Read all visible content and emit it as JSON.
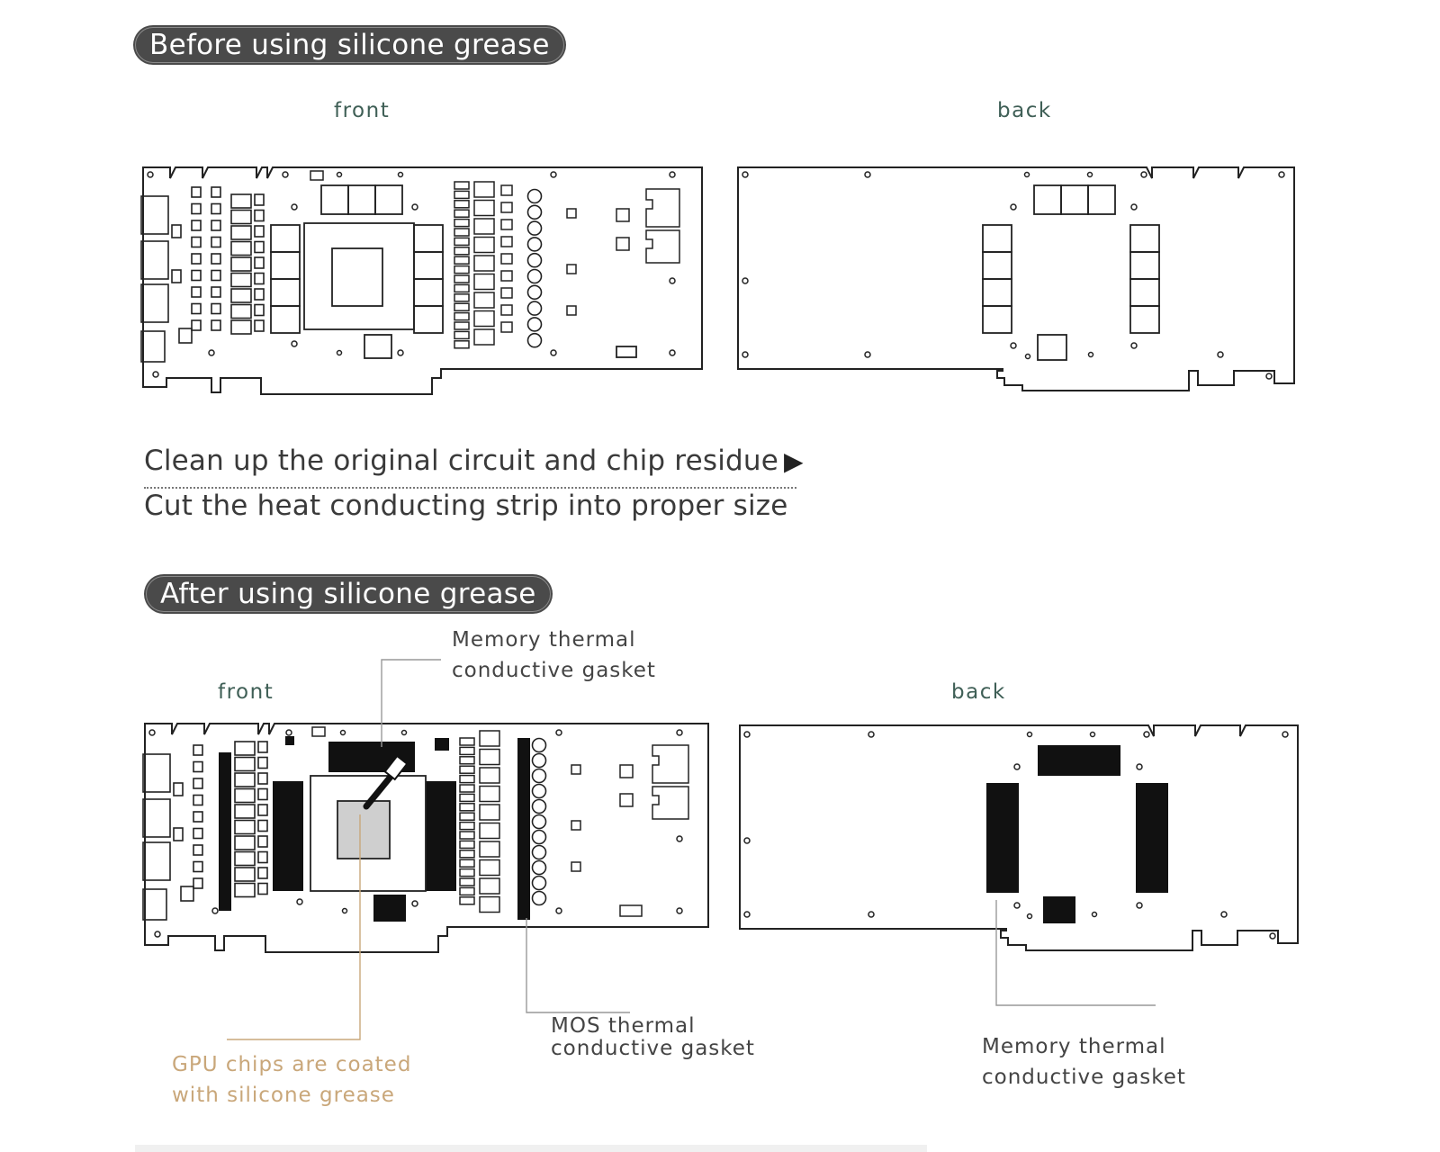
{
  "before": {
    "heading": "Before using silicone grease",
    "front_label": "front",
    "back_label": "back"
  },
  "steps": {
    "step1": "Clean up the original circuit and chip residue",
    "step2": "Cut the heat conducting strip into proper size"
  },
  "after": {
    "heading": "After using silicone grease",
    "front_label": "front",
    "back_label": "back",
    "memory_top_line1": "Memory thermal",
    "memory_top_line2": "conductive gasket",
    "gpu_line1": "GPU chips are coated",
    "gpu_line2": "with silicone grease",
    "mos_line1": "MOS thermal",
    "mos_line2": "conductive gasket",
    "memory_back_line1": "Memory thermal",
    "memory_back_line2": "conductive gasket"
  },
  "colors": {
    "pill_bg": "#4a4a4a",
    "view_label": "#3f5f56",
    "annotation_orange": "#c9a77a",
    "leader_orange": "#c9a77a",
    "pad_black": "#111111"
  }
}
